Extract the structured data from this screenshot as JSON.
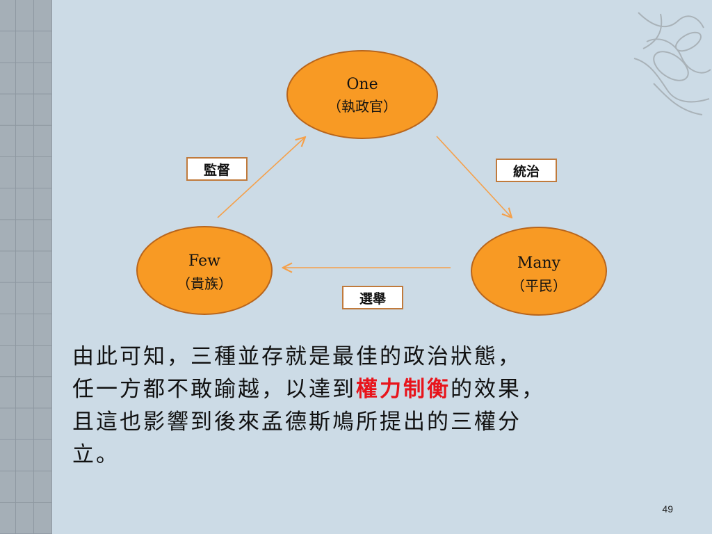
{
  "nodes": {
    "one": {
      "title": "One",
      "subtitle": "（執政官）"
    },
    "few": {
      "title": "Few",
      "subtitle": "（貴族）"
    },
    "many": {
      "title": "Many",
      "subtitle": "（平民）"
    }
  },
  "edge_labels": {
    "few_to_one": "監督",
    "one_to_many": "統治",
    "many_to_few": "選舉"
  },
  "paragraph": {
    "line1": "由此可知，三種並存就是最佳的政治狀態，",
    "line2_pre": "任一方都不敢踰越，以達到",
    "line2_highlight": "權力制衡",
    "line2_post": "的效果，",
    "line3": "且這也影響到後來孟德斯鳩所提出的三權分",
    "line4": "立。"
  },
  "page_number": "49",
  "colors": {
    "node_fill": "#f89a24",
    "node_stroke": "#b8651c",
    "arrow": "#f5a04a",
    "highlight": "#e8141b",
    "background": "#ccdbe6"
  }
}
